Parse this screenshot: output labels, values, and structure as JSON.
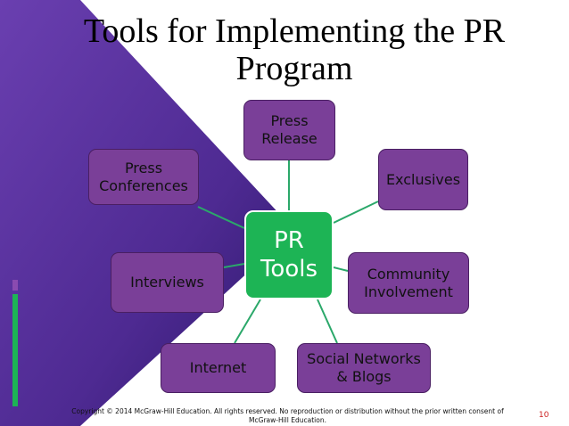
{
  "title": {
    "line1": "Tools for Implementing the PR",
    "line2": "Program"
  },
  "center": {
    "line1": "PR",
    "line2": "Tools"
  },
  "nodes": {
    "press_release": {
      "line1": "Press",
      "line2": "Release"
    },
    "exclusives": {
      "line1": "Exclusives"
    },
    "community_involvement": {
      "line1": "Community",
      "line2": "Involvement"
    },
    "social_networks": {
      "line1": "Social Networks",
      "line2": "& Blogs"
    },
    "internet": {
      "line1": "Internet"
    },
    "interviews": {
      "line1": "Interviews"
    },
    "press_conferences": {
      "line1": "Press",
      "line2": "Conferences"
    }
  },
  "footer": {
    "line1": "Copyright © 2014 McGraw-Hill Education.  All rights reserved. No reproduction or distribution without the prior written consent of",
    "line2": "McGraw-Hill Education."
  },
  "page_number": "10",
  "colors": {
    "node_fill": "#7a3f98",
    "center_fill": "#1db455",
    "connector": "#2ba86a",
    "background_triangle": "#5a2e98"
  }
}
